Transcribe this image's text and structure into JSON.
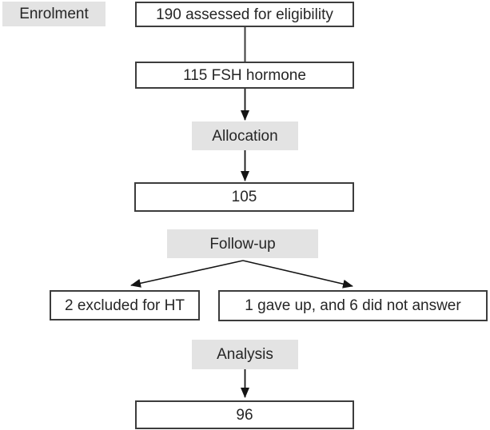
{
  "phases": {
    "enrolment": "Enrolment",
    "allocation": "Allocation",
    "followup": "Follow-up",
    "analysis": "Analysis"
  },
  "boxes": {
    "assessed": "190 assessed for eligibility",
    "fsh": "115 FSH hormone",
    "allocated": "105",
    "excluded": "2 excluded for HT",
    "lost": "1 gave up, and 6 did not answer",
    "analysed": "96"
  },
  "colors": {
    "phase_label_bg": "#e3e3e3",
    "box_border": "#3c3c3c",
    "box_bg": "#ffffff",
    "text": "#262626",
    "arrow": "#141414",
    "page_bg": "#ffffff"
  }
}
